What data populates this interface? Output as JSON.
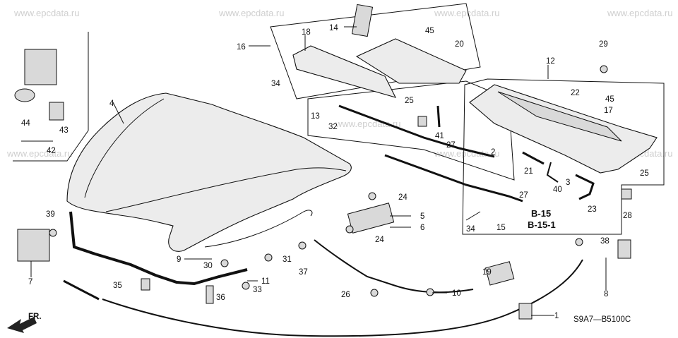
{
  "watermark": "www.epcdata.ru",
  "diagram_code": "S9A7—B5100C",
  "front_marker": "FR.",
  "references": {
    "ref_a": "B-15",
    "ref_b": "B-15-1"
  },
  "callouts": {
    "c1": "1",
    "c2": "2",
    "c3": "3",
    "c4": "4",
    "c5": "5",
    "c6": "6",
    "c7": "7",
    "c8": "8",
    "c9": "9",
    "c10": "10",
    "c11": "11",
    "c12": "12",
    "c13": "13",
    "c14": "14",
    "c15": "15",
    "c16": "16",
    "c17": "17",
    "c18": "18",
    "c19": "19",
    "c20": "20",
    "c21": "21",
    "c22": "22",
    "c23": "23",
    "c24a": "24",
    "c24b": "24",
    "c25a": "25",
    "c25b": "25",
    "c26": "26",
    "c27a": "27",
    "c27b": "27",
    "c28": "28",
    "c29": "29",
    "c30": "30",
    "c31": "31",
    "c32": "32",
    "c33": "33",
    "c34a": "34",
    "c34b": "34",
    "c35": "35",
    "c36": "36",
    "c37": "37",
    "c38": "38",
    "c39": "39",
    "c40": "40",
    "c41": "41",
    "c42": "42",
    "c43": "43",
    "c44": "44",
    "c45a": "45",
    "c45b": "45"
  }
}
